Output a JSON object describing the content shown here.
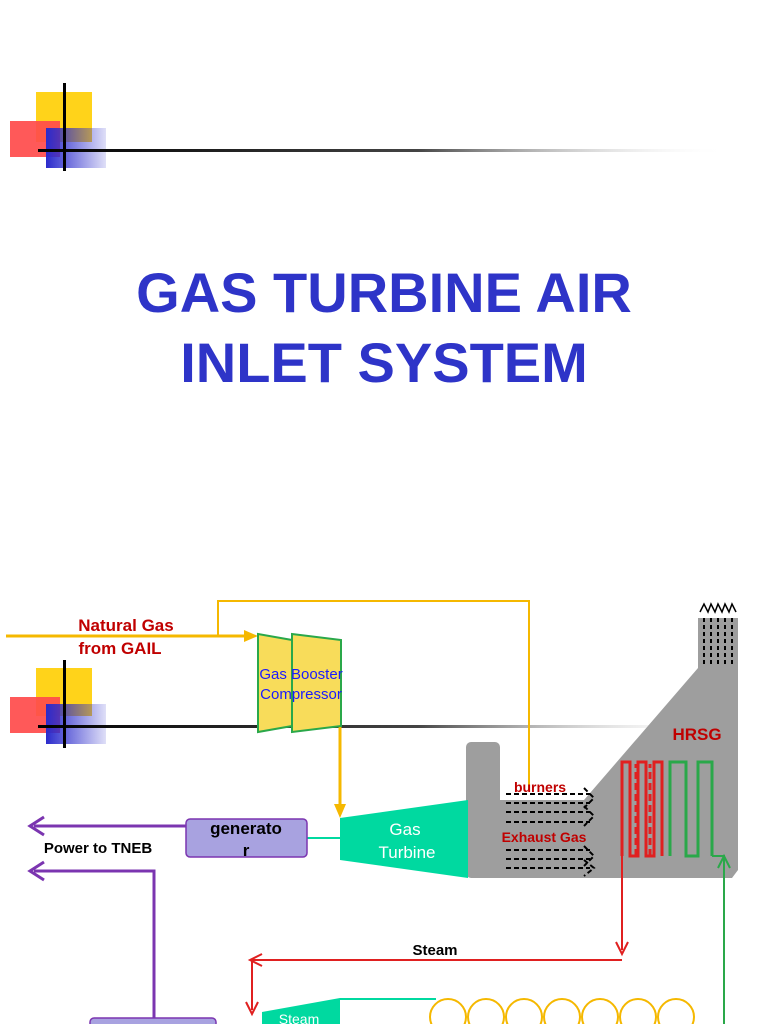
{
  "slide": {
    "title_line1": "GAS TURBINE AIR",
    "title_line2": "INLET SYSTEM"
  },
  "diagram": {
    "natural_gas_line1": "Natural Gas",
    "natural_gas_line2": "from GAIL",
    "booster_line1": "Gas Booster",
    "booster_line2": "Compressor",
    "hrsg": "HRSG",
    "burners": "burners",
    "exhaust_gas": "Exhaust Gas",
    "generator_line1": "generato",
    "generator_line2": "r",
    "gas_turbine_line1": "Gas",
    "gas_turbine_line2": "Turbine",
    "power_to_tneb": "Power to TNEB",
    "steam": "Steam",
    "steam_turbine_partial": "Steam"
  },
  "colors": {
    "title": "#2e34c8",
    "gas_line": "#f5b800",
    "compressor_fill": "#f8dc5a",
    "turbine_fill": "#00d9a0",
    "generator_fill": "#a8a2e0",
    "power_line": "#7b35b0",
    "hrsg_body": "#9e9e9e",
    "steam_line": "#e02020",
    "water_line": "#2aa84a",
    "label_red": "#c00000",
    "label_blue": "#1a1aff"
  }
}
